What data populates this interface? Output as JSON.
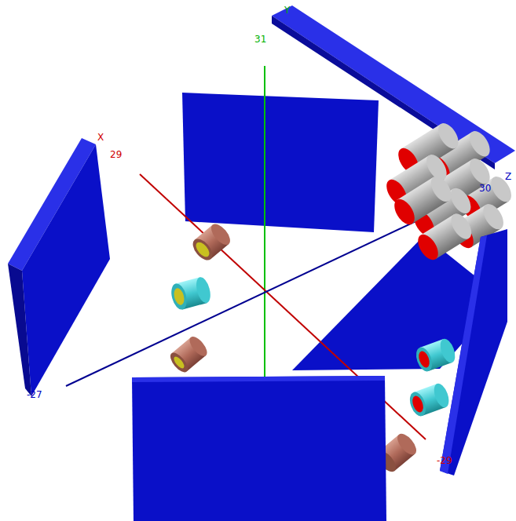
{
  "diagram": {
    "labels": [
      "Y",
      "31",
      "X",
      "29",
      "Z",
      "30",
      "-27",
      "-29"
    ]
  }
}
